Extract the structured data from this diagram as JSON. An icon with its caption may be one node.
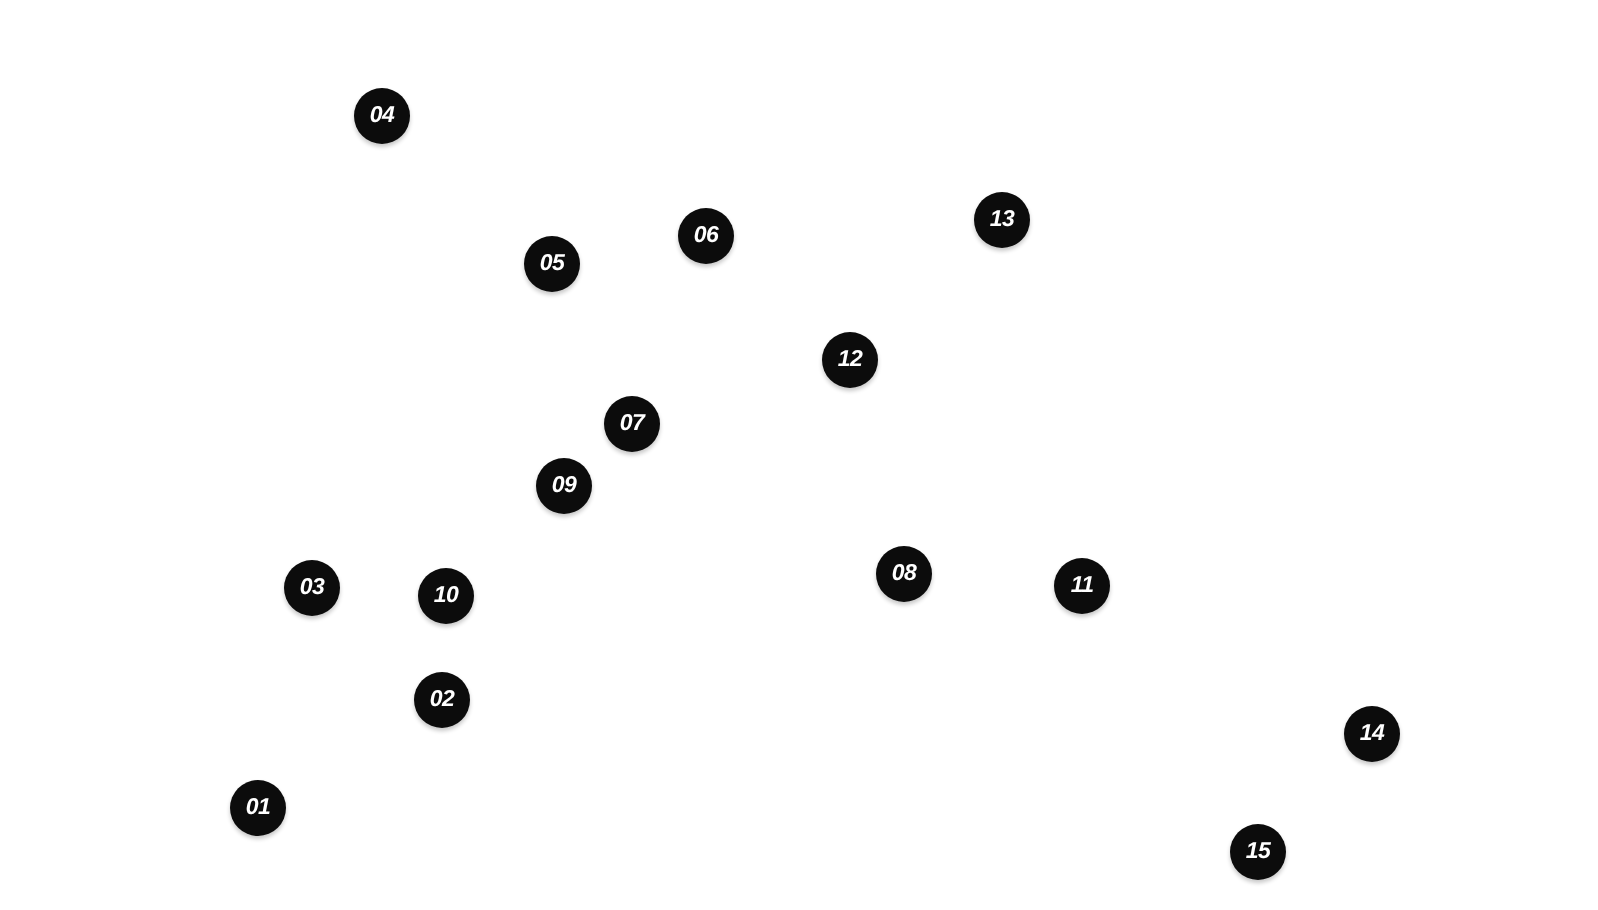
{
  "diagram": {
    "nodes": [
      {
        "text": [
          "01"
        ]
      },
      {
        "text": [
          "02"
        ]
      },
      {
        "text": [
          "03"
        ]
      },
      {
        "text": [
          "04"
        ]
      },
      {
        "text": [
          "05"
        ]
      },
      {
        "text": [
          "06"
        ]
      },
      {
        "text": [
          "07"
        ]
      },
      {
        "text": [
          "08"
        ]
      },
      {
        "text": [
          "09"
        ]
      },
      {
        "text": [
          "10"
        ]
      },
      {
        "text": [
          "11"
        ]
      },
      {
        "text": [
          "12"
        ]
      },
      {
        "text": [
          "13"
        ]
      },
      {
        "text": [
          "14"
        ]
      },
      {
        "text": [
          "15"
        ]
      }
    ],
    "edges": []
  }
}
